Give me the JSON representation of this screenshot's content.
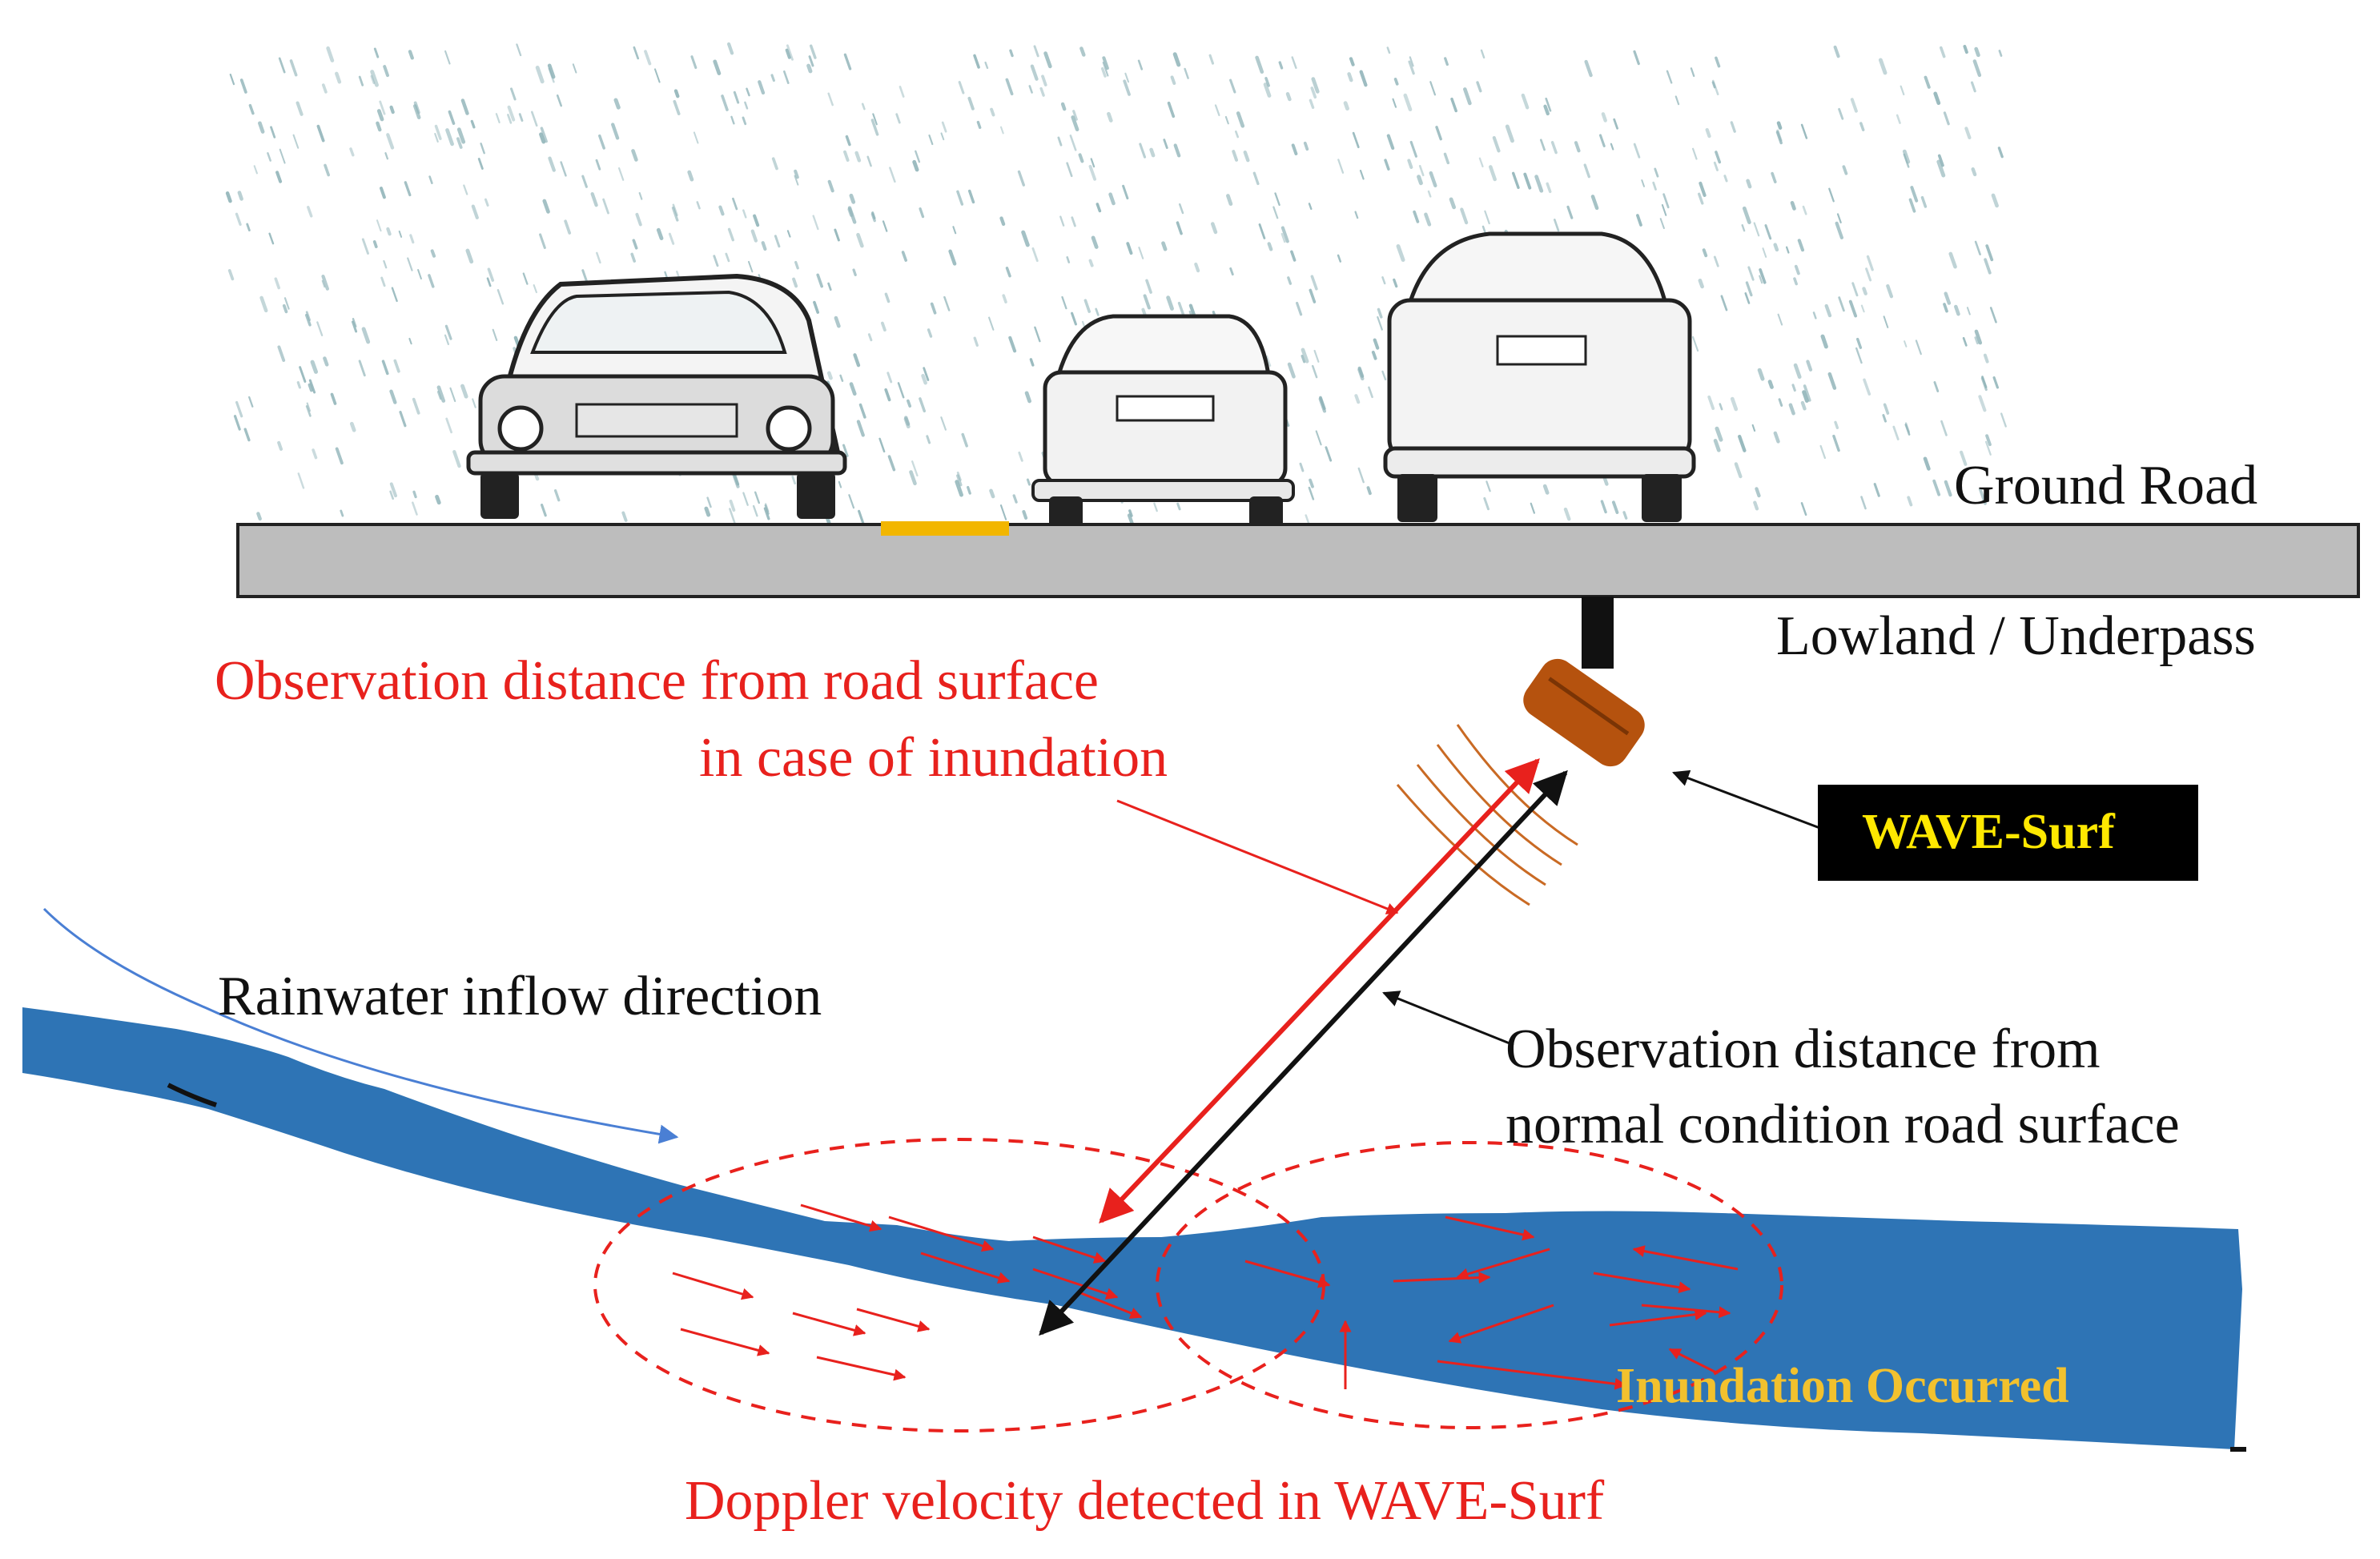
{
  "labels": {
    "ground_road": "Ground Road",
    "lowland": "Lowland / Underpass",
    "obs_inundation_line1": "Observation distance from road surface",
    "obs_inundation_line2": "in case of inundation",
    "device": "WAVE-Surf",
    "rainwater": "Rainwater inflow direction",
    "obs_normal_line1": "Observation distance from",
    "obs_normal_line2": "normal condition road surface",
    "inundation": "Inundation Occurred",
    "doppler": "Doppler velocity detected in WAVE-Surf"
  },
  "colors": {
    "water": "#2e74b5",
    "red": "#e8211d",
    "road": "#bdbdbd",
    "device": "#b5520e",
    "device_label_bg": "#000000",
    "device_label_text": "#ffe800",
    "inundation_text": "#f2c12e",
    "lane_marker": "#f2b600",
    "rain": "#8fb3b8",
    "flow_arrow": "#4a7fd4"
  }
}
